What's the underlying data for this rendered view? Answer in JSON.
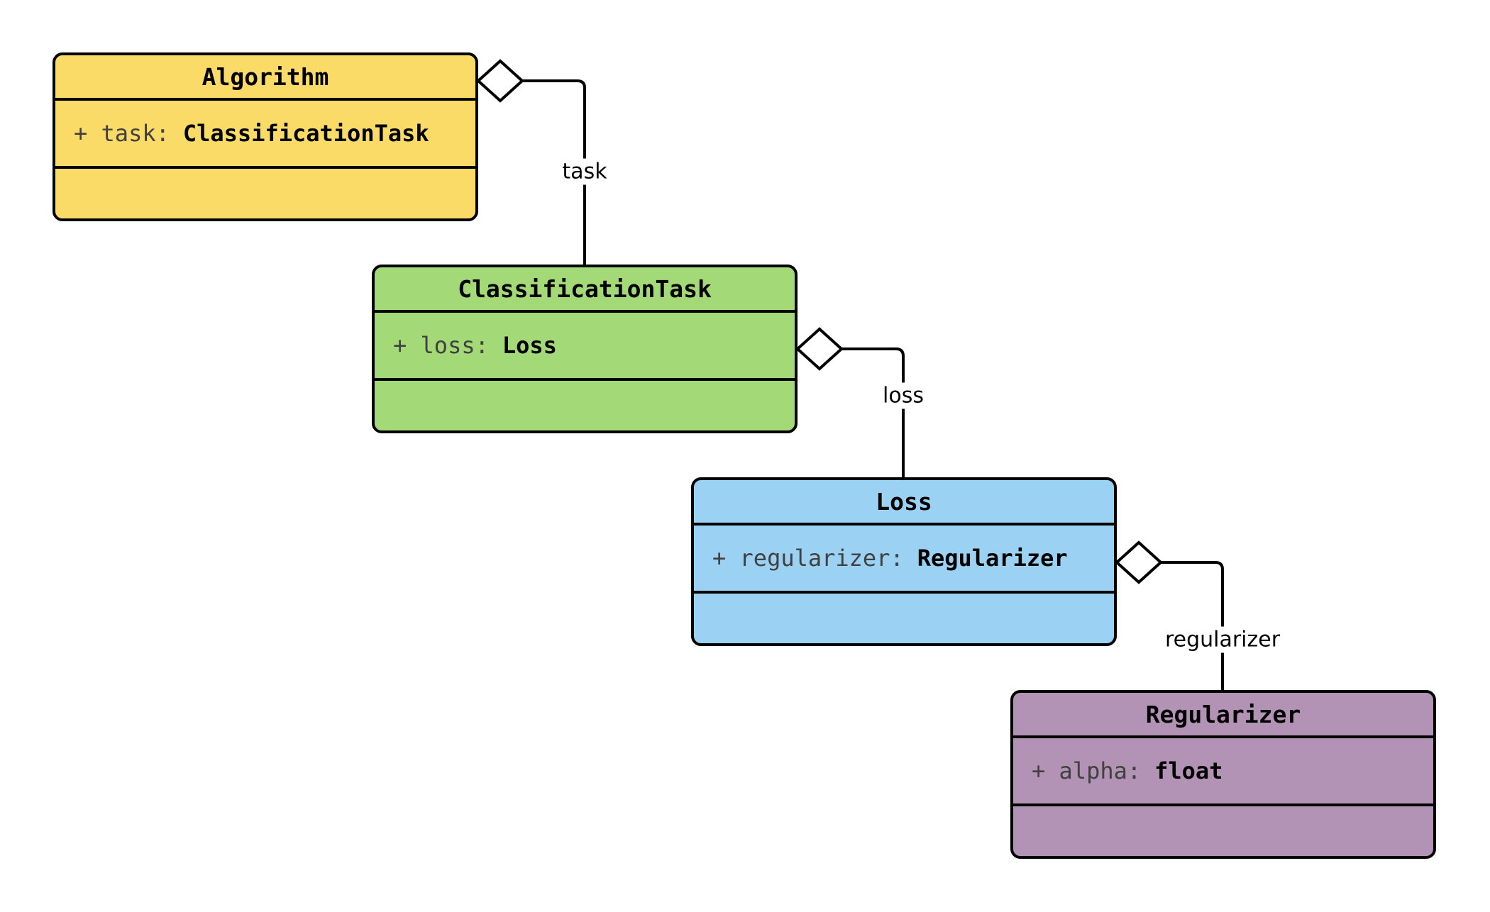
{
  "diagram": {
    "type": "uml-class-diagram",
    "classes": [
      {
        "name": "Algorithm",
        "attr_prefix": "+ task:",
        "attr_type": "ClassificationTask",
        "methods": "",
        "fill": "#FBDB68"
      },
      {
        "name": "ClassificationTask",
        "attr_prefix": "+ loss:",
        "attr_type": "Loss",
        "methods": "",
        "fill": "#A3D977"
      },
      {
        "name": "Loss",
        "attr_prefix": "+ regularizer:",
        "attr_type": "Regularizer",
        "methods": "",
        "fill": "#9BD1F2"
      },
      {
        "name": "Regularizer",
        "attr_prefix": "+ alpha:",
        "attr_type": "float",
        "methods": "",
        "fill": "#B292B5"
      }
    ],
    "relations": [
      {
        "kind": "aggregation",
        "from": "Algorithm",
        "to": "ClassificationTask",
        "label": "task"
      },
      {
        "kind": "aggregation",
        "from": "ClassificationTask",
        "to": "Loss",
        "label": "loss"
      },
      {
        "kind": "aggregation",
        "from": "Loss",
        "to": "Regularizer",
        "label": "regularizer"
      }
    ],
    "colors": {
      "background": "#FFFFFF",
      "border": "#000000",
      "line": "#000000",
      "attribute_name_text": "#404040",
      "attribute_type_text": "#000000",
      "label_text": "#000000",
      "diamond_fill": "#FFFFFF"
    }
  }
}
